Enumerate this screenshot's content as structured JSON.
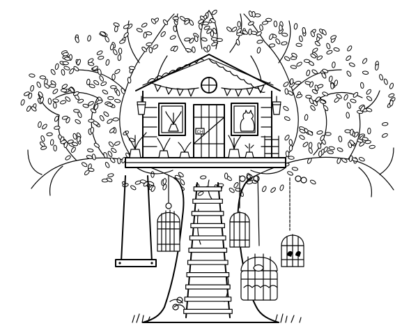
{
  "image": {
    "background_color": "#ffffff",
    "ink_color": "#000000",
    "doorplate_text": "CH"
  },
  "objects": {
    "tree": "tree",
    "treehouse": "treehouse",
    "swing": "swing",
    "ladder": "ladder",
    "birdcages": [
      "birdcage",
      "birdcage",
      "birdcage",
      "birdcage"
    ],
    "lanterns": [
      "lantern",
      "lantern"
    ],
    "birds": [
      "bird",
      "bird"
    ],
    "cat": "cat",
    "bunting": "bunting-flags"
  }
}
